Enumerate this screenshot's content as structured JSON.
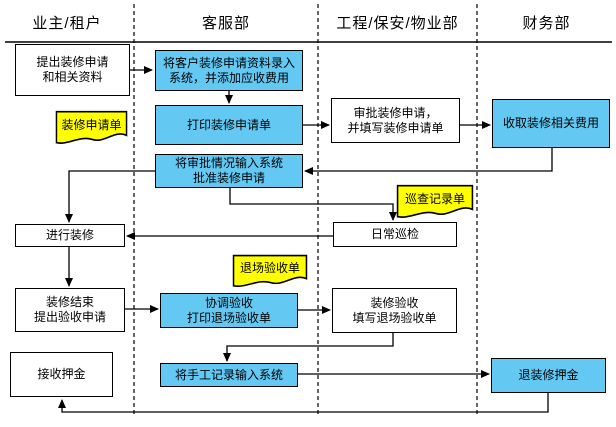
{
  "lanes": [
    {
      "label": "业主/租户"
    },
    {
      "label": "客服部"
    },
    {
      "label": "工程/保安/物业部"
    },
    {
      "label": "财务部"
    }
  ],
  "nodes": {
    "owner_request": {
      "line1": "提出装修申请",
      "line2": "和相关资料"
    },
    "record_application": {
      "line1": "将客户装修申请资料录入",
      "line2": "系统，并添加应收费用"
    },
    "print_application": {
      "line1": "打印装修申请单"
    },
    "approve_application": {
      "line1": "审批装修申请，",
      "line2": "并填写装修申请单"
    },
    "collect_fees": {
      "line1": "收取装修相关费用"
    },
    "enter_approval": {
      "line1": "将审批情况输入系统",
      "line2": "批准装修申请"
    },
    "do_renovation": {
      "line1": "进行装修"
    },
    "daily_patrol": {
      "line1": "日常巡检"
    },
    "finish_request": {
      "line1": "装修结束",
      "line2": "提出验收申请"
    },
    "coordinate_acceptance": {
      "line1": "协调验收",
      "line2": "打印退场验收单"
    },
    "site_acceptance": {
      "line1": "装修验收",
      "line2": "填写退场验收单"
    },
    "manual_records": {
      "line1": "将手工记录输入系统"
    },
    "refund_deposit": {
      "line1": "退装修押金"
    },
    "receive_deposit": {
      "line1": "接收押金"
    }
  },
  "callouts": {
    "application_form": {
      "label": "装修申请单"
    },
    "patrol_record": {
      "label": "巡查记录单"
    },
    "exit_acceptance": {
      "label": "退场验收单"
    }
  },
  "colors": {
    "process_fill": "#63C9F3",
    "callout_fill": "#FFFF00",
    "plain_fill": "#FFFFFF",
    "line": "#000000"
  }
}
